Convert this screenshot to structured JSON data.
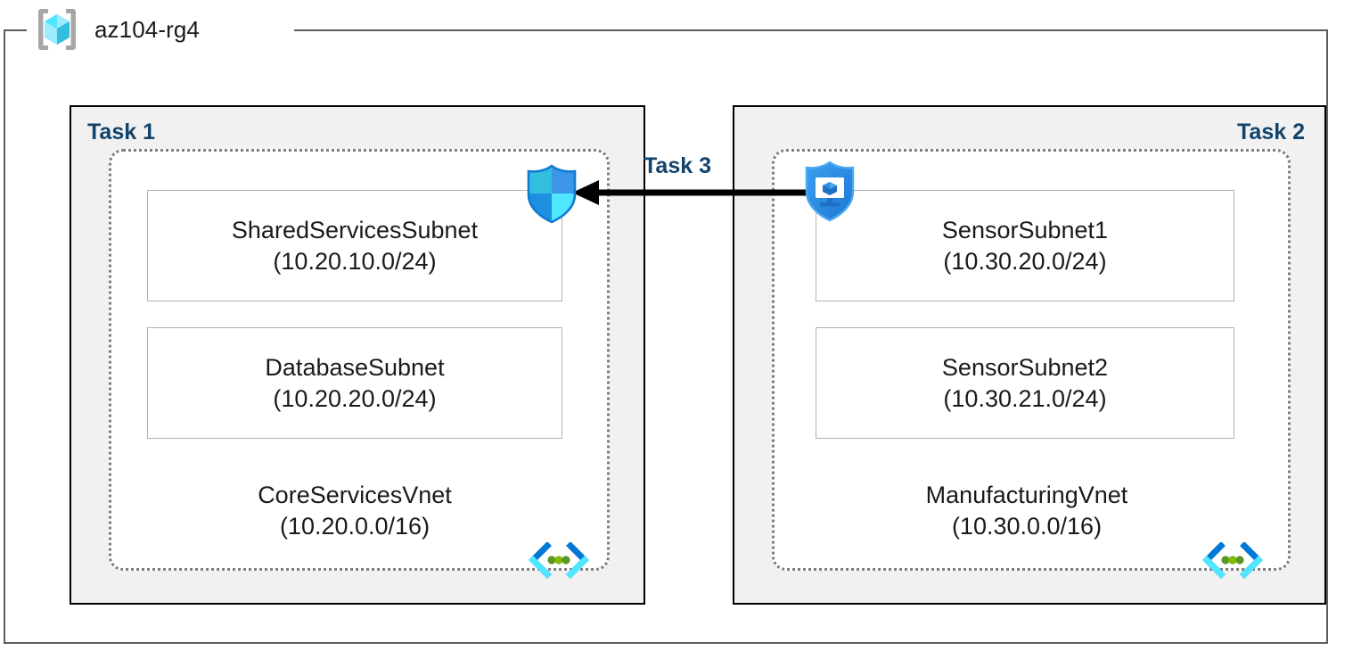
{
  "resource_group": {
    "name": "az104-rg4",
    "icon": "azure-resource-group-icon"
  },
  "tasks": {
    "task1_label": "Task 1",
    "task2_label": "Task 2",
    "task3_label": "Task 3"
  },
  "vnets": [
    {
      "id": "core-services",
      "name": "CoreServicesVnet",
      "cidr": "(10.20.0.0/16)",
      "icon": "vnet-icon",
      "subnets": [
        {
          "id": "shared-services",
          "name": "SharedServicesSubnet",
          "cidr": "(10.20.10.0/24)"
        },
        {
          "id": "database",
          "name": "DatabaseSubnet",
          "cidr": "(10.20.20.0/24)"
        }
      ]
    },
    {
      "id": "manufacturing",
      "name": "ManufacturingVnet",
      "cidr": "(10.30.0.0/16)",
      "icon": "vnet-icon",
      "subnets": [
        {
          "id": "sensor1",
          "name": "SensorSubnet1",
          "cidr": "(10.30.20.0/24)"
        },
        {
          "id": "sensor2",
          "name": "SensorSubnet2",
          "cidr": "(10.30.21.0/24)"
        }
      ]
    }
  ],
  "icons": {
    "nsg_shield": "shield-icon",
    "peering_shield": "shield-monitor-icon",
    "arrow": "arrow-left-icon"
  },
  "colors": {
    "task_label": "#12436b",
    "task_fill": "#f1f1f1",
    "task_border": "#000000",
    "vnet_border": "#7d7d7d",
    "subnet_border": "#b2b2b2",
    "rg_border": "#5d5d5d",
    "arrow": "#000000",
    "azure_blue": "#0078d4",
    "cube_cyan": "#50e6ff",
    "vnet_green": "#5e9624"
  }
}
